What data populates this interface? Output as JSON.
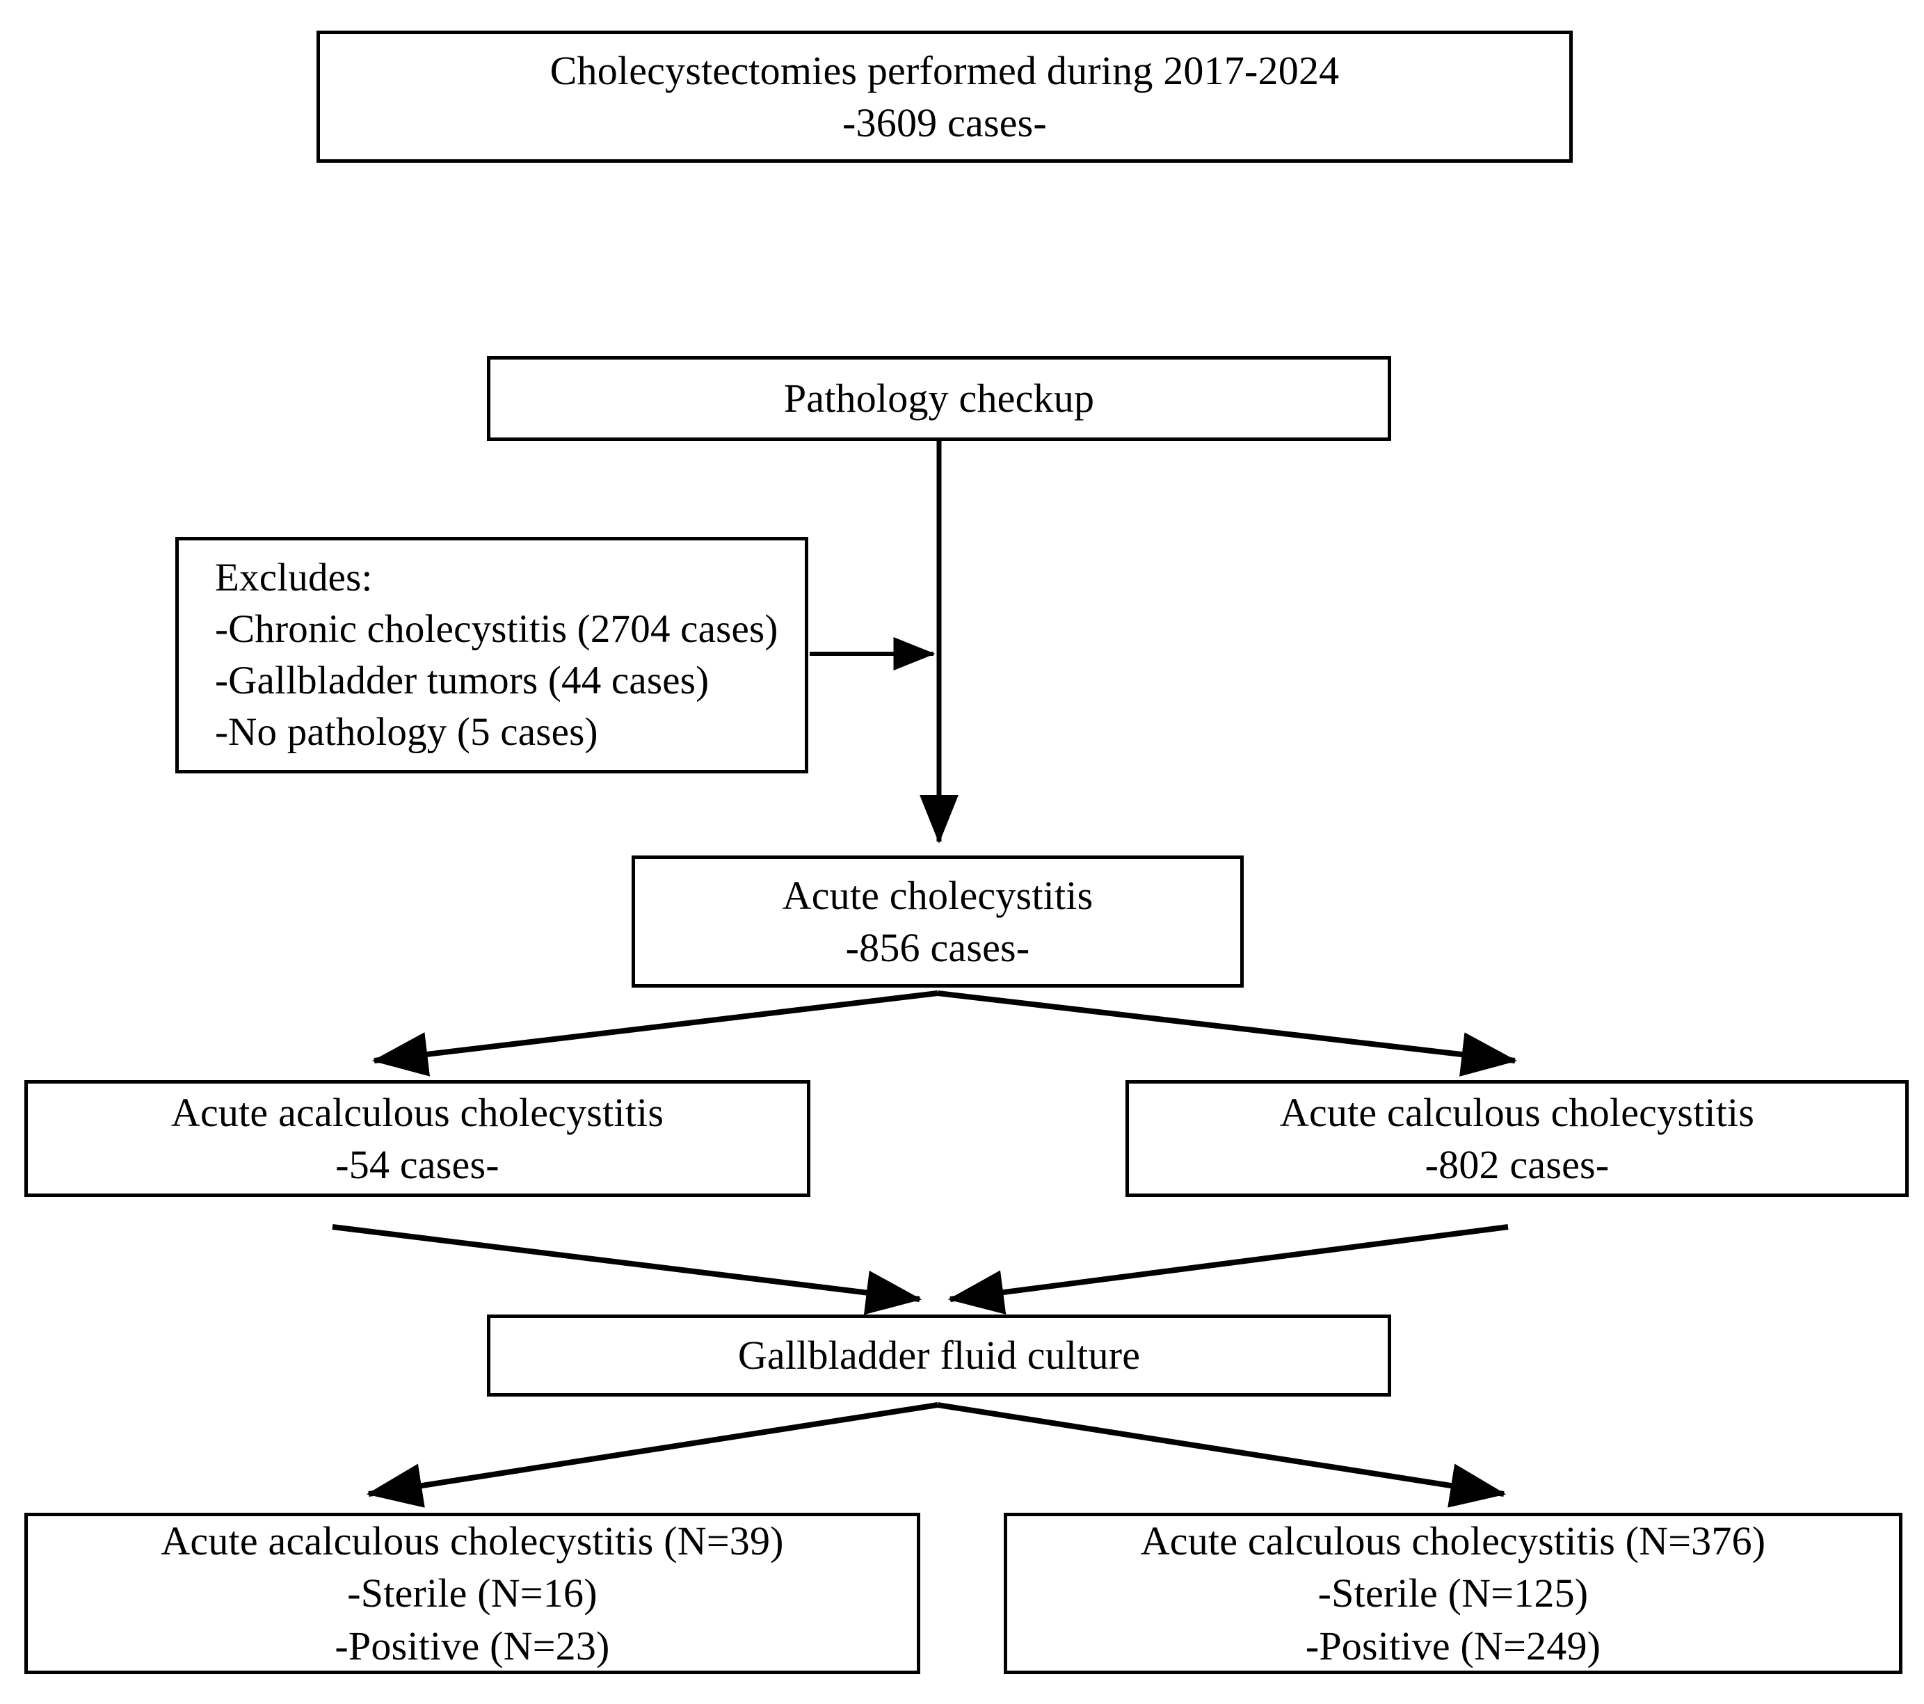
{
  "figure": {
    "type": "flowchart",
    "orientation": "top-down",
    "line_color": "#000000",
    "box_fill": "#ffffff"
  },
  "nodes": {
    "total": {
      "id": "total-cholecystectomies",
      "line1": "Cholecystectomies performed during 2017-2024",
      "line2": "-3609 cases-",
      "count": 3609,
      "period": "2017-2024"
    },
    "pathology": {
      "id": "pathology-checkup",
      "line1": "Pathology checkup"
    },
    "excludes": {
      "id": "exclusions",
      "line1": "Excludes:",
      "line2": "-Chronic cholecystitis (2704 cases)",
      "line3": "-Gallbladder tumors (44 cases)",
      "line4": "-No pathology (5 cases)",
      "items": [
        {
          "label": "Chronic cholecystitis",
          "count": 2704
        },
        {
          "label": "Gallbladder tumors",
          "count": 44
        },
        {
          "label": "No pathology",
          "count": 5
        }
      ]
    },
    "acute": {
      "id": "acute-cholecystitis",
      "line1": "Acute cholecystitis",
      "line2": "-856 cases-",
      "count": 856
    },
    "acalculous": {
      "id": "acute-acalculous-cholecystitis",
      "line1": "Acute acalculous cholecystitis",
      "line2": "-54 cases-",
      "count": 54
    },
    "calculous": {
      "id": "acute-calculous-cholecystitis",
      "line1": "Acute calculous cholecystitis",
      "line2": "-802 cases-",
      "count": 802
    },
    "culture": {
      "id": "gallbladder-fluid-culture",
      "line1": "Gallbladder fluid culture"
    },
    "acalculous_result": {
      "id": "acalculous-culture-result",
      "line1": "Acute acalculous cholecystitis (N=39)",
      "line2": "-Sterile (N=16)",
      "line3": "-Positive (N=23)",
      "total": 39,
      "sterile": 16,
      "positive": 23
    },
    "calculous_result": {
      "id": "calculous-culture-result",
      "line1": "Acute calculous cholecystitis (N=376)",
      "line2": "-Sterile (N=125)",
      "line3": "-Positive (N=249)",
      "total": 376,
      "sterile": 125,
      "positive": 249
    }
  },
  "edges": [
    {
      "from": "pathology",
      "to": "acute",
      "style": "vertical-arrow"
    },
    {
      "from": "excludes",
      "to": "pathology-acute-stem",
      "style": "horizontal-arrow"
    },
    {
      "from": "acute",
      "to": "acalculous",
      "style": "diagonal-arrow"
    },
    {
      "from": "acute",
      "to": "calculous",
      "style": "diagonal-arrow"
    },
    {
      "from": "acalculous",
      "to": "culture",
      "style": "diagonal-arrow"
    },
    {
      "from": "calculous",
      "to": "culture",
      "style": "diagonal-arrow"
    },
    {
      "from": "culture",
      "to": "acalculous_result",
      "style": "diagonal-arrow"
    },
    {
      "from": "culture",
      "to": "calculous_result",
      "style": "diagonal-arrow"
    }
  ]
}
